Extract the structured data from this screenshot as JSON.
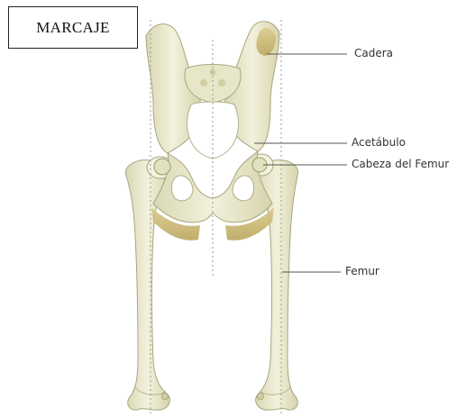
{
  "title": "MARCAJE",
  "colors": {
    "bone": "#eeedd2",
    "bone_shadow": "#cfcf9f",
    "bone_dark": "#a9a36a",
    "ochre": "#c7b46b",
    "outline": "#9c9a72",
    "guide": "#9a9a9a",
    "leader": "#555555"
  },
  "labels": {
    "cadera": "Cadera",
    "acetabulo": "Acetábulo",
    "cabeza_femur": "Cabeza del Femur",
    "femur": "Femur"
  }
}
